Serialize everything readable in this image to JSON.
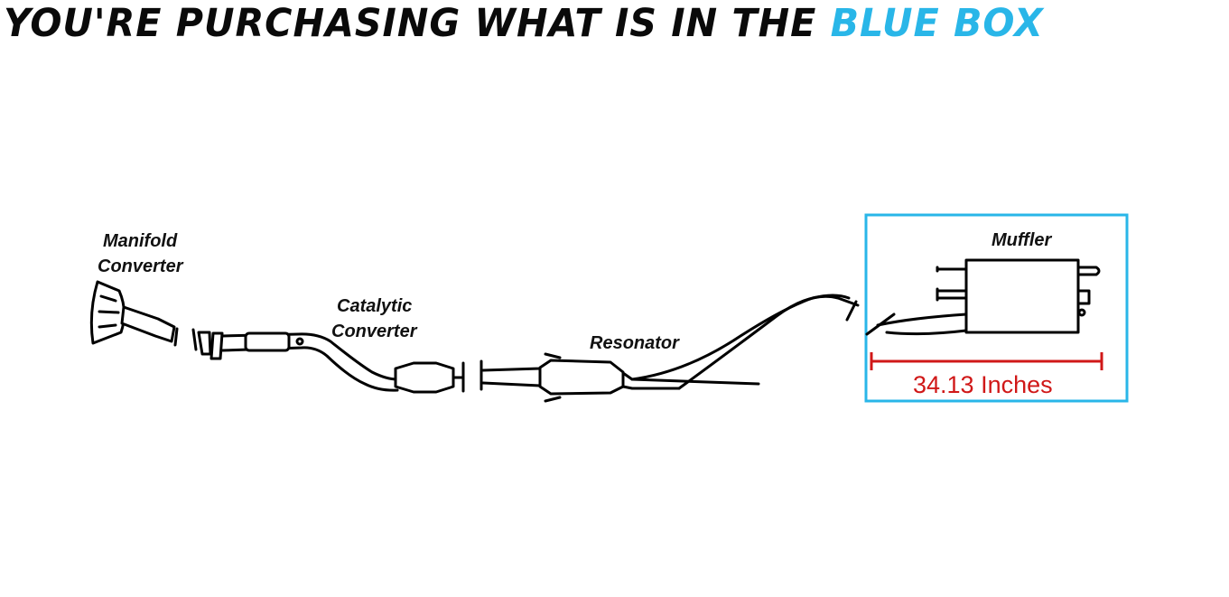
{
  "headline": {
    "prefix": "YOU'RE PURCHASING WHAT IS IN THE ",
    "highlight": "BLUE BOX"
  },
  "colors": {
    "headline_text": "#0a0a0a",
    "highlight": "#29b6e8",
    "box_border": "#29b6e8",
    "measurement": "#d01818"
  },
  "labels": {
    "manifold_line1": "Manifold",
    "manifold_line2": "Converter",
    "catalytic_line1": "Catalytic",
    "catalytic_line2": "Converter",
    "resonator": "Resonator",
    "muffler": "Muffler"
  },
  "measurement": {
    "text": "34.13 Inches"
  }
}
